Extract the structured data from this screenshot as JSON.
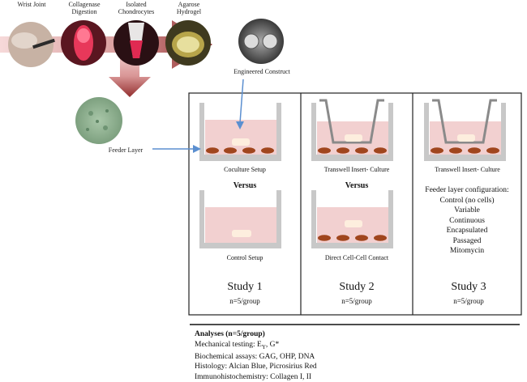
{
  "process": {
    "steps": [
      {
        "label": "Wrist Joint"
      },
      {
        "label": "Collagenase Digestion"
      },
      {
        "label": "Isolated Chondrocytes"
      },
      {
        "label": "Agarose Hydrogel"
      }
    ],
    "engineered_construct": "Engineered Construct",
    "feeder_layer": "Feeder Layer"
  },
  "studies": [
    {
      "top_caption": "Coculture Setup",
      "versus": "Versus",
      "bottom_caption": "Control Setup",
      "title": "Study 1",
      "n": "n=5/group"
    },
    {
      "top_caption": "Transwell Insert- Culture",
      "versus": "Versus",
      "bottom_caption": "Direct Cell-Cell Contact",
      "title": "Study 2",
      "n": "n=5/group"
    },
    {
      "top_caption": "Transwell Insert- Culture",
      "feeder_config_title": "Feeder layer configuration:",
      "feeder_config": [
        "Control (no cells)",
        "Variable",
        "Continuous",
        "Encapsulated",
        "Passaged",
        "Mitomycin"
      ],
      "title": "Study 3",
      "n": "n=5/group"
    }
  ],
  "analyses": {
    "title": "Analyses (n=5/group)",
    "mech_prefix": "Mechanical testing: E",
    "mech_sub": "Y",
    "mech_suffix": ", G*",
    "lines": [
      "Biochemical assays: GAG, OHP, DNA",
      "Histology: Alcian Blue, Picrosirius Red",
      "Immunohistochemistry: Collagen I, II"
    ]
  },
  "colors": {
    "medium": "#f2d0d0",
    "cells": "#a0461e",
    "construct": "#fdeede",
    "wall": "#c8c8c8",
    "arrow_blue": "#5b8fd0",
    "arrow_red_dark": "#8e2c2c",
    "arrow_red_light": "#f4cfcf"
  }
}
